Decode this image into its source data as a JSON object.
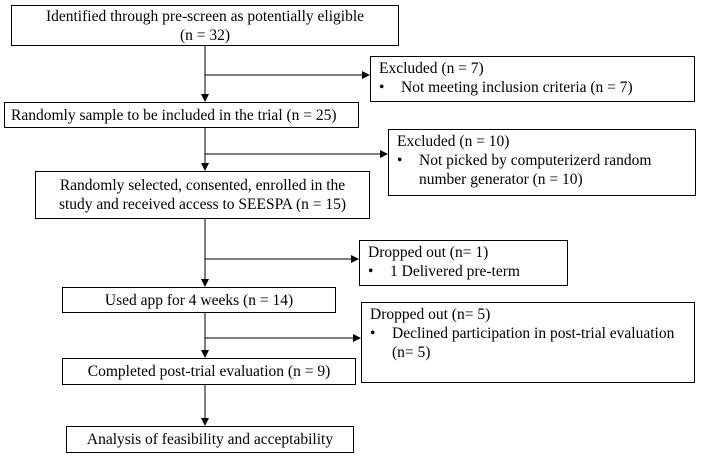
{
  "boxes": {
    "prescreen": {
      "line1": "Identified through pre-screen as potentially eligible",
      "line2": "(n = 32)"
    },
    "excluded1": {
      "title": "Excluded (n = 7)",
      "items": [
        "Not meeting inclusion criteria (n = 7)"
      ]
    },
    "sample": {
      "text": "Randomly sample to be included in the trial (n = 25)"
    },
    "excluded2": {
      "title": "Excluded (n = 10)",
      "items": [
        "Not picked by computerizerd random number generator (n = 10)"
      ]
    },
    "enrolled": {
      "line1": "Randomly selected, consented, enrolled in the",
      "line2": "study and received access to SEESPA (n = 15)"
    },
    "dropped1": {
      "title": "Dropped out (n= 1)",
      "items": [
        "1 Delivered pre-term"
      ]
    },
    "used_app": {
      "text": "Used app for 4 weeks (n = 14)"
    },
    "dropped2": {
      "title": "Dropped out (n= 5)",
      "items": [
        "Declined participation in post-trial evaluation (n= 5)"
      ]
    },
    "completed": {
      "text": "Completed post-trial evaluation (n = 9)"
    },
    "analysis": {
      "text": "Analysis of feasibility and acceptability"
    }
  }
}
